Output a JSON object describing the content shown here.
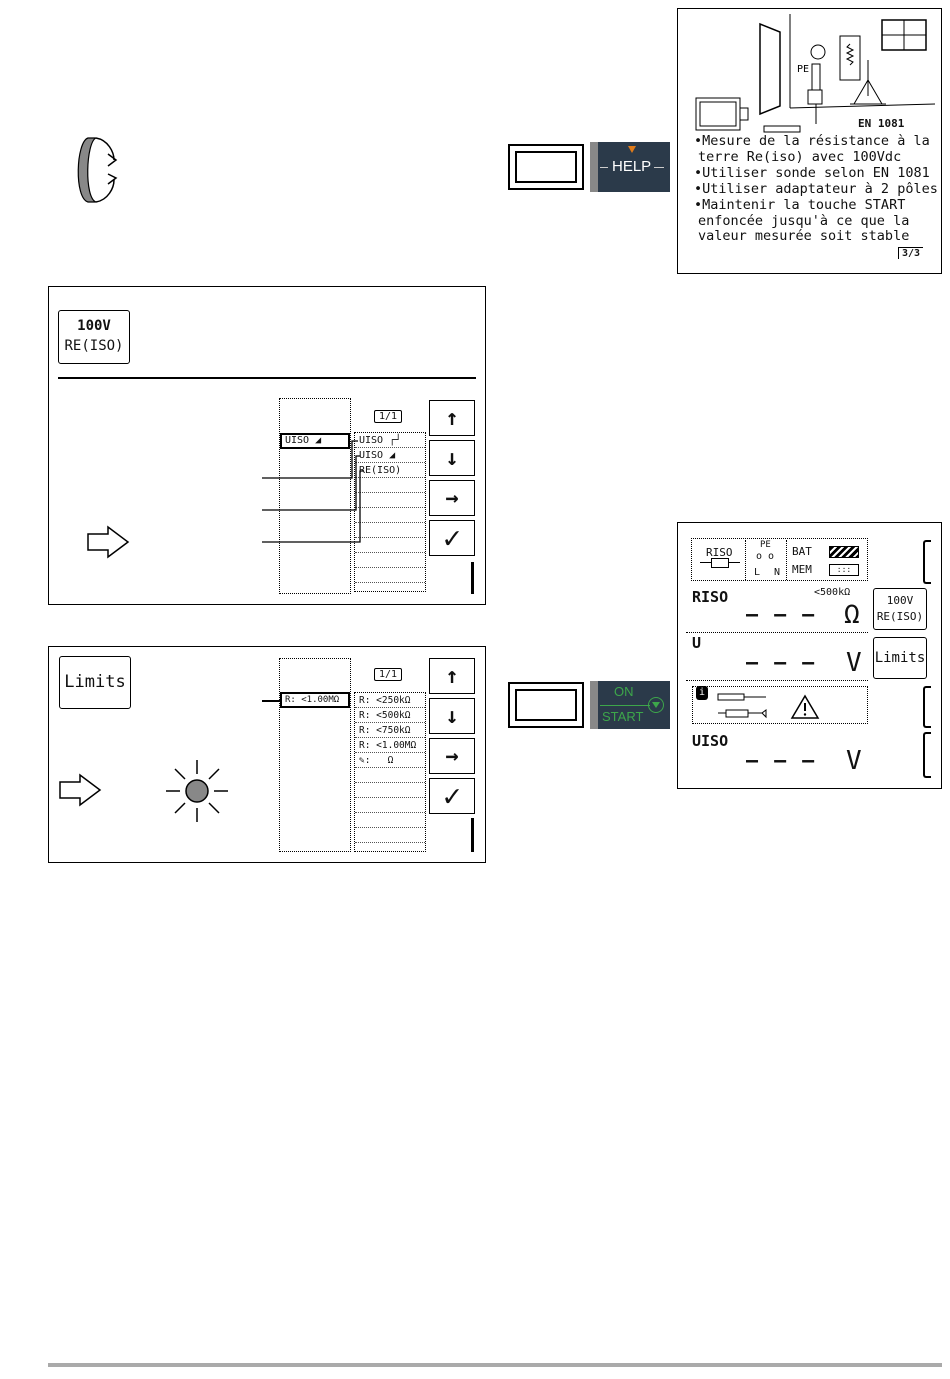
{
  "help_key": {
    "label": "HELP"
  },
  "on_start_key": {
    "on": "ON",
    "start": "START"
  },
  "help_screen": {
    "std_label": "EN 1081",
    "lines": [
      "•Mesure de la résistance à la",
      "terre Re(iso) avec 100Vdc",
      "•Utiliser sonde selon EN 1081",
      "•Utiliser adaptateur à 2 pôles",
      "•Maintenir la touche START",
      "enfoncée jusqu'à ce que la",
      "valeur mesurée soit stable"
    ],
    "page": "3/3"
  },
  "menu_panel_1": {
    "badge_line1": "100V",
    "badge_line2": "RE(ISO)",
    "page": "1/1",
    "selected": "UISO",
    "options": [
      "UISO",
      "UISO",
      "RE(ISO)"
    ]
  },
  "menu_panel_2": {
    "badge": "Limits",
    "page": "1/1",
    "selected": "R: <1.00MΩ",
    "options": [
      "R: <250kΩ",
      "R: <500kΩ",
      "R: <750kΩ",
      "R: <1.00MΩ",
      "Ω"
    ]
  },
  "meas_screen": {
    "riso_label": "RISO",
    "pe_label": "PE",
    "l_label": "L",
    "n_label": "N",
    "bat_label": "BAT",
    "mem_label": "MEM",
    "riso_name": "RISO",
    "riso_limit": "<500kΩ",
    "riso_value": "– – –",
    "riso_unit": "Ω",
    "u_name": "U",
    "u_value": "– – –",
    "u_unit": "V",
    "uiso_name": "UISO",
    "uiso_value": "– – –",
    "uiso_unit": "V",
    "btn_mode_1": "100V",
    "btn_mode_2": "RE(ISO)",
    "btn_limits": "Limits"
  },
  "colors": {
    "key_dark": "#2b3a4a",
    "accent_orange": "#e07b1a",
    "accent_green": "#3da64a"
  }
}
